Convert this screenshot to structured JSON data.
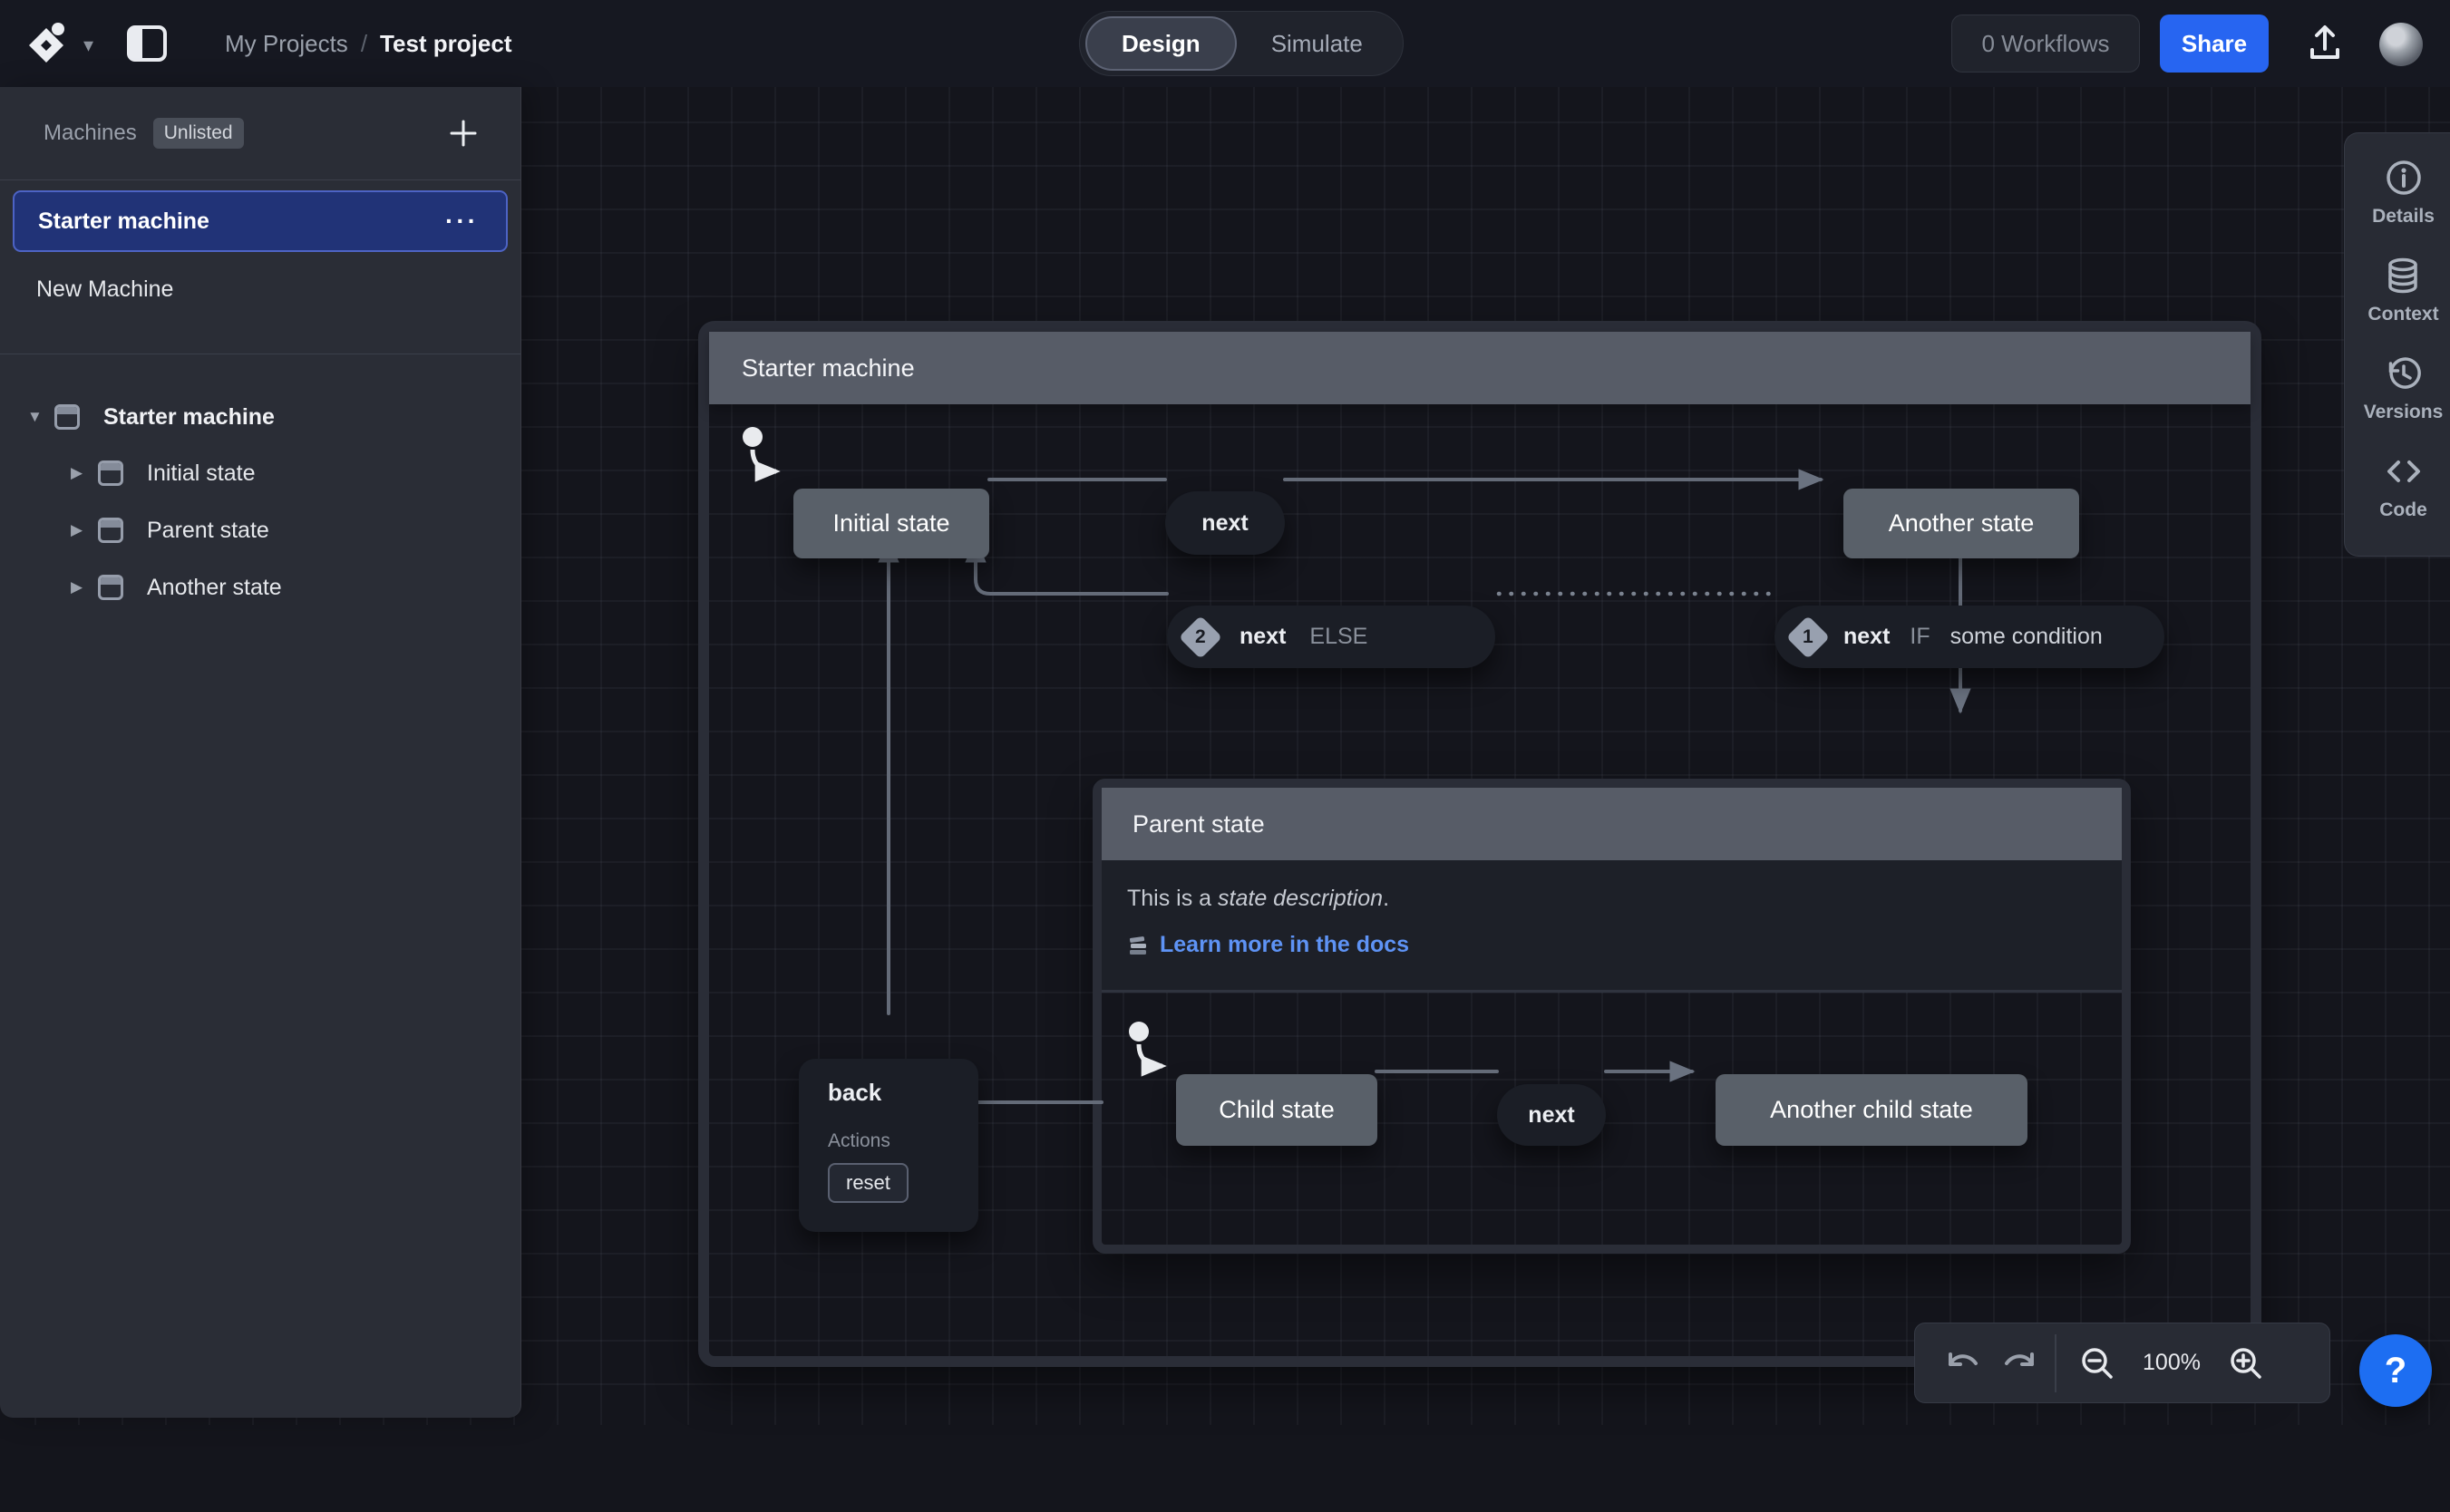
{
  "topbar": {
    "breadcrumb": {
      "section": "My Projects",
      "separator": "/",
      "page": "Test project"
    },
    "tabs": {
      "design": "Design",
      "simulate": "Simulate"
    },
    "workflows": "0 Workflows",
    "share": "Share"
  },
  "sidebar": {
    "title": "Machines",
    "badge": "Unlisted",
    "machines": [
      {
        "name": "Starter machine"
      },
      {
        "name": "New Machine"
      }
    ],
    "more": "···",
    "tree": [
      {
        "label": "Starter machine"
      },
      {
        "label": "Initial state"
      },
      {
        "label": "Parent state"
      },
      {
        "label": "Another state"
      }
    ]
  },
  "canvas": {
    "machine_title": "Starter machine",
    "nodes": {
      "initial": "Initial state",
      "another": "Another state",
      "child": "Child state",
      "another_child": "Another child state"
    },
    "transitions": {
      "next_top": "next",
      "else_t": {
        "order": "2",
        "event": "next",
        "keyword": "ELSE"
      },
      "if_t": {
        "order": "1",
        "event": "next",
        "keyword": "IF",
        "condition": "some condition"
      },
      "child_next": "next",
      "back": {
        "event": "back",
        "actions_label": "Actions",
        "action": "reset"
      }
    },
    "parent": {
      "title": "Parent state",
      "desc_prefix": "This is a ",
      "desc_italic": "state description",
      "desc_suffix": ".",
      "docs_link": "Learn more in the docs"
    }
  },
  "right_panel": {
    "items": [
      {
        "label": "Details"
      },
      {
        "label": "Context"
      },
      {
        "label": "Versions"
      },
      {
        "label": "Code"
      }
    ]
  },
  "toolbar": {
    "zoom_level": "100%"
  },
  "help": {
    "label": "?"
  },
  "colors": {
    "accent_blue": "#2765f1",
    "selection_blue": "#213377",
    "link_blue": "#5e93f5",
    "node_gray": "#596069",
    "header_gray": "#575c67"
  }
}
